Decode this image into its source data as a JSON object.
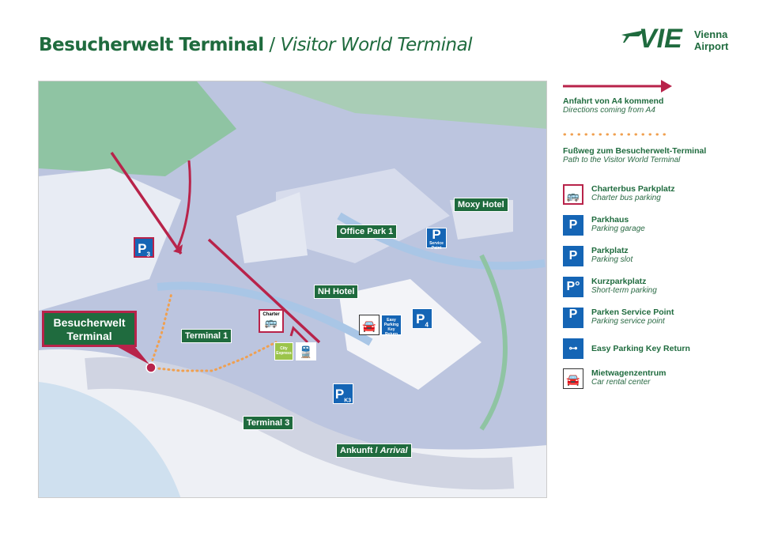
{
  "header": {
    "title_de": "Besucherwelt Terminal",
    "separator": " / ",
    "title_en": "Visitor World Terminal"
  },
  "logo": {
    "mark": "VIE",
    "line1": "Vienna",
    "line2": "Airport"
  },
  "map": {
    "callout": {
      "line1": "Besucherwelt",
      "line2": "Terminal"
    },
    "labels": {
      "terminal1": "Terminal 1",
      "terminal3": "Terminal 3",
      "nh_hotel": "NH Hotel",
      "office_park": "Office Park 1",
      "moxy": "Moxy Hotel",
      "arrival_de": "Ankunft",
      "arrival_en": "Arrival"
    },
    "signs": {
      "p3": "P",
      "p3_sub": "3",
      "p4": "P",
      "p4_sub": "4",
      "pk3": "P",
      "pk3_sub": "K3",
      "service": "P",
      "service_sub": "Service Point",
      "easy": "Easy Parking Key Return",
      "charter": "Charter",
      "city_express": "City Express"
    }
  },
  "legend": {
    "route": {
      "de": "Anfahrt von A4 kommend",
      "en": "Directions coming from A4"
    },
    "path": {
      "de": "Fußweg zum Besucherwelt-Terminal",
      "en": "Path to the Visitor World Terminal"
    },
    "items": [
      {
        "icon": "charter-bus-icon",
        "de": "Charterbus Parkplatz",
        "en": "Charter bus parking"
      },
      {
        "icon": "parking-garage-icon",
        "de": "Parkhaus",
        "en": "Parking garage"
      },
      {
        "icon": "parking-icon",
        "de": "Parkplatz",
        "en": "Parking slot"
      },
      {
        "icon": "short-term-parking-icon",
        "de": "Kurzparkplatz",
        "en": "Short-term parking"
      },
      {
        "icon": "parking-service-point-icon",
        "de": "Parken Service Point",
        "en": "Parking service point"
      },
      {
        "icon": "easy-parking-key-icon",
        "de": "Easy Parking Key Return",
        "en": ""
      },
      {
        "icon": "car-rental-icon",
        "de": "Mietwagenzentrum",
        "en": "Car rental center"
      }
    ]
  },
  "colors": {
    "green": "#1f6b3e",
    "red": "#b8234a",
    "orange": "#f0a050",
    "blue": "#1565b5"
  }
}
